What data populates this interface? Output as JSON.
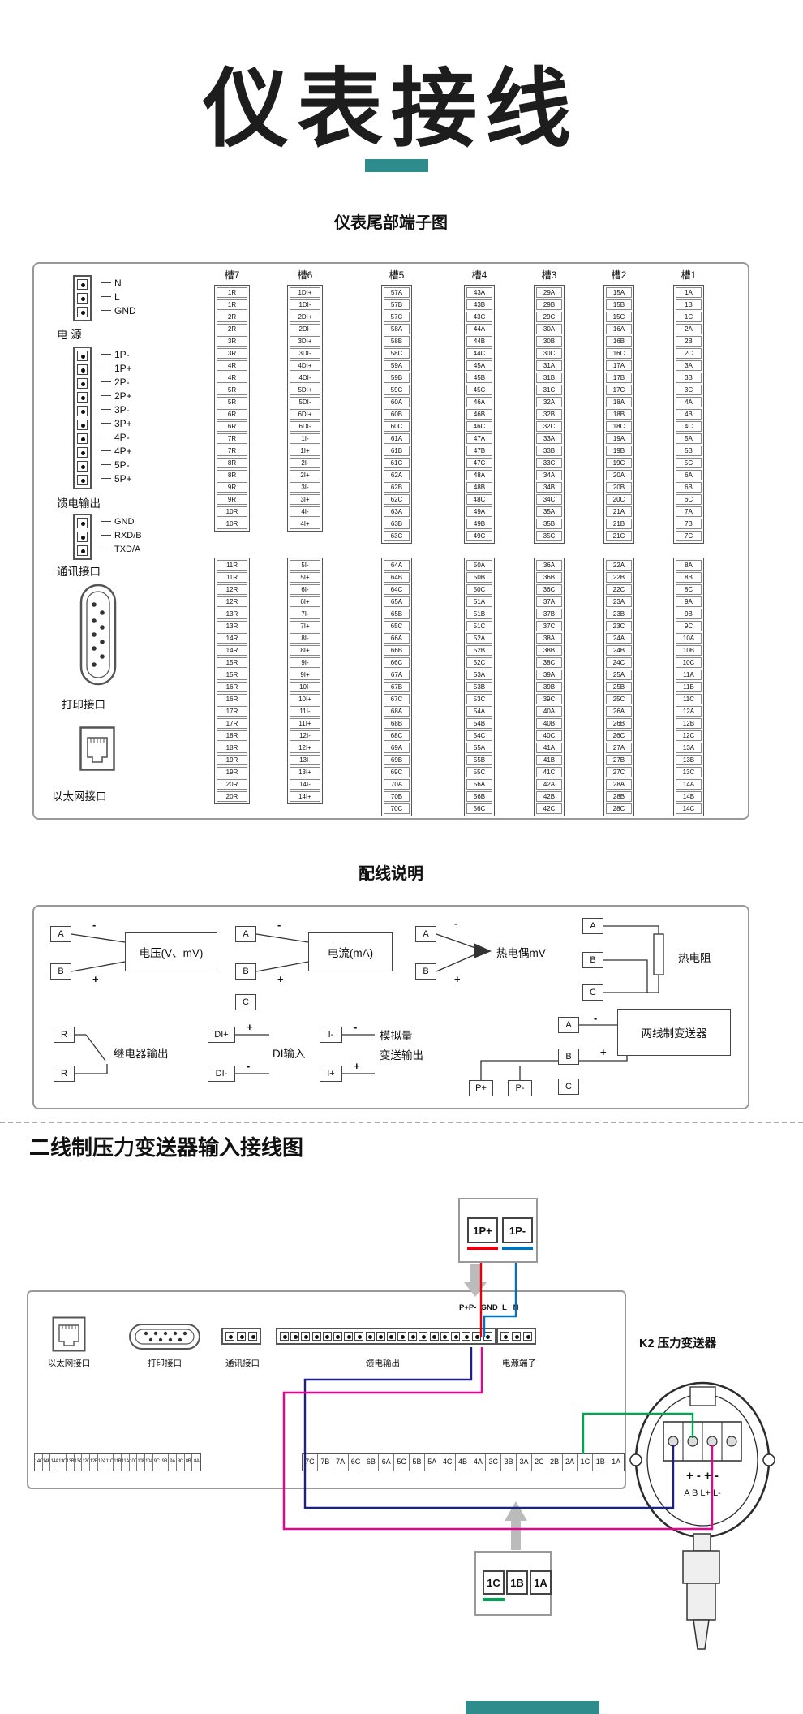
{
  "page": {
    "title": "仪表接线",
    "accent_color": "#2f8c8c"
  },
  "rear": {
    "heading": "仪表尾部端子图",
    "left": {
      "power": {
        "label": "电 源",
        "terminals": [
          "N",
          "L",
          "GND"
        ]
      },
      "feed": {
        "label": "馈电输出",
        "terminals": [
          "1P-",
          "1P+",
          "2P-",
          "2P+",
          "3P-",
          "3P+",
          "4P-",
          "4P+",
          "5P-",
          "5P+"
        ]
      },
      "comm": {
        "label": "通讯接口",
        "terminals": [
          "GND",
          "RXD/B",
          "TXD/A"
        ]
      },
      "printer": {
        "label": "打印接口"
      },
      "ethernet": {
        "label": "以太网接口"
      }
    },
    "slots": [
      {
        "name": "槽7",
        "upper": [
          "1R",
          "1R",
          "2R",
          "2R",
          "3R",
          "3R",
          "4R",
          "4R",
          "5R",
          "5R",
          "6R",
          "6R",
          "7R",
          "7R",
          "8R",
          "8R",
          "9R",
          "9R",
          "10R",
          "10R"
        ],
        "lower": [
          "11R",
          "11R",
          "12R",
          "12R",
          "13R",
          "13R",
          "14R",
          "14R",
          "15R",
          "15R",
          "16R",
          "16R",
          "17R",
          "17R",
          "18R",
          "18R",
          "19R",
          "19R",
          "20R",
          "20R"
        ]
      },
      {
        "name": "槽6",
        "upper": [
          "1DI+",
          "1DI-",
          "2DI+",
          "2DI-",
          "3DI+",
          "3DI-",
          "4DI+",
          "4DI-",
          "5DI+",
          "5DI-",
          "6DI+",
          "6DI-",
          "1I-",
          "1I+",
          "2I-",
          "2I+",
          "3I-",
          "3I+",
          "4I-",
          "4I+"
        ],
        "lower": [
          "5I-",
          "5I+",
          "6I-",
          "6I+",
          "7I-",
          "7I+",
          "8I-",
          "8I+",
          "9I-",
          "9I+",
          "10I-",
          "10I+",
          "11I-",
          "11I+",
          "12I-",
          "12I+",
          "13I-",
          "13I+",
          "14I-",
          "14I+"
        ]
      },
      {
        "name": "槽5",
        "upper": [
          "57A",
          "57B",
          "57C",
          "58A",
          "58B",
          "58C",
          "59A",
          "59B",
          "59C",
          "60A",
          "60B",
          "60C",
          "61A",
          "61B",
          "61C",
          "62A",
          "62B",
          "62C",
          "63A",
          "63B",
          "63C"
        ],
        "lower": [
          "64A",
          "64B",
          "64C",
          "65A",
          "65B",
          "65C",
          "66A",
          "66B",
          "66C",
          "67A",
          "67B",
          "67C",
          "68A",
          "68B",
          "68C",
          "69A",
          "69B",
          "69C",
          "70A",
          "70B",
          "70C"
        ]
      },
      {
        "name": "槽4",
        "upper": [
          "43A",
          "43B",
          "43C",
          "44A",
          "44B",
          "44C",
          "45A",
          "45B",
          "45C",
          "46A",
          "46B",
          "46C",
          "47A",
          "47B",
          "47C",
          "48A",
          "48B",
          "48C",
          "49A",
          "49B",
          "49C"
        ],
        "lower": [
          "50A",
          "50B",
          "50C",
          "51A",
          "51B",
          "51C",
          "52A",
          "52B",
          "52C",
          "53A",
          "53B",
          "53C",
          "54A",
          "54B",
          "54C",
          "55A",
          "55B",
          "55C",
          "56A",
          "56B",
          "56C"
        ]
      },
      {
        "name": "槽3",
        "upper": [
          "29A",
          "29B",
          "29C",
          "30A",
          "30B",
          "30C",
          "31A",
          "31B",
          "31C",
          "32A",
          "32B",
          "32C",
          "33A",
          "33B",
          "33C",
          "34A",
          "34B",
          "34C",
          "35A",
          "35B",
          "35C"
        ],
        "lower": [
          "36A",
          "36B",
          "36C",
          "37A",
          "37B",
          "37C",
          "38A",
          "38B",
          "38C",
          "39A",
          "39B",
          "39C",
          "40A",
          "40B",
          "40C",
          "41A",
          "41B",
          "41C",
          "42A",
          "42B",
          "42C"
        ]
      },
      {
        "name": "槽2",
        "upper": [
          "15A",
          "15B",
          "15C",
          "16A",
          "16B",
          "16C",
          "17A",
          "17B",
          "17C",
          "18A",
          "18B",
          "18C",
          "19A",
          "19B",
          "19C",
          "20A",
          "20B",
          "20C",
          "21A",
          "21B",
          "21C"
        ],
        "lower": [
          "22A",
          "22B",
          "22C",
          "23A",
          "23B",
          "23C",
          "24A",
          "24B",
          "24C",
          "25A",
          "25B",
          "25C",
          "26A",
          "26B",
          "26C",
          "27A",
          "27B",
          "27C",
          "28A",
          "28B",
          "28C"
        ]
      },
      {
        "name": "槽1",
        "upper": [
          "1A",
          "1B",
          "1C",
          "2A",
          "2B",
          "2C",
          "3A",
          "3B",
          "3C",
          "4A",
          "4B",
          "4C",
          "5A",
          "5B",
          "5C",
          "6A",
          "6B",
          "6C",
          "7A",
          "7B",
          "7C"
        ],
        "lower": [
          "8A",
          "8B",
          "8C",
          "9A",
          "9B",
          "9C",
          "10A",
          "10B",
          "10C",
          "11A",
          "11B",
          "11C",
          "12A",
          "12B",
          "12C",
          "13A",
          "13B",
          "13C",
          "14A",
          "14B",
          "14C"
        ]
      }
    ]
  },
  "wiring": {
    "heading": "配线说明",
    "voltage": {
      "t": [
        "A",
        "B"
      ],
      "minus": "-",
      "plus": "+",
      "label": "电压(V、mV)"
    },
    "current": {
      "t": [
        "A",
        "B",
        "C"
      ],
      "minus": "-",
      "plus": "+",
      "label": "电流(mA)"
    },
    "tc": {
      "t": [
        "A",
        "B"
      ],
      "minus": "-",
      "plus": "+",
      "label": "热电偶mV"
    },
    "rtd": {
      "t": [
        "A",
        "B",
        "C"
      ],
      "label": "热电阻"
    },
    "relay": {
      "t": [
        "R",
        "R"
      ],
      "label": "继电器输出"
    },
    "di": {
      "t": [
        "DI+",
        "DI-"
      ],
      "plus": "+",
      "minus": "-",
      "label": "DI输入"
    },
    "ao": {
      "t": [
        "I-",
        "I+"
      ],
      "minus": "-",
      "plus": "+",
      "label1": "模拟量",
      "label2": "变送输出"
    },
    "tw": {
      "t": [
        "A",
        "B",
        "C"
      ],
      "p": [
        "P+",
        "P-"
      ],
      "minus": "-",
      "plus": "+",
      "label": "两线制变送器"
    }
  },
  "bottom": {
    "heading": "二线制压力变送器输入接线图",
    "top_connector": [
      "1P+",
      "1P-"
    ],
    "panel": {
      "ethernet_label": "以太网接口",
      "printer_label": "打印接口",
      "comm_label": "通讯接口",
      "feed_label": "馈电输出",
      "feed_header": "P+P-  GND  L   N",
      "power_label": "电源端子",
      "left_strip": [
        "14C",
        "14B",
        "14A",
        "13C",
        "13B",
        "13A",
        "12C",
        "12B",
        "12A",
        "11C",
        "11B",
        "11A",
        "10C",
        "10B",
        "10A",
        "9C",
        "9B",
        "9A",
        "8C",
        "8B",
        "8A"
      ],
      "right_strip": [
        "7C",
        "7B",
        "7A",
        "6C",
        "6B",
        "6A",
        "5C",
        "5B",
        "5A",
        "4C",
        "4B",
        "4A",
        "3C",
        "3B",
        "3A",
        "2C",
        "2B",
        "2A",
        "1C",
        "1B",
        "1A"
      ]
    },
    "transmitter": {
      "label": "K2  压力变送器",
      "pin_signs": "+  -  +  -",
      "pin_labels": "A   B   L+  L-"
    },
    "bottom_connector": [
      "1C",
      "1B",
      "1A"
    ],
    "wire_colors": {
      "red": "#e60012",
      "blue": "#0072bc",
      "navy": "#1d2088",
      "magenta": "#ec008c",
      "green": "#00a651"
    }
  }
}
